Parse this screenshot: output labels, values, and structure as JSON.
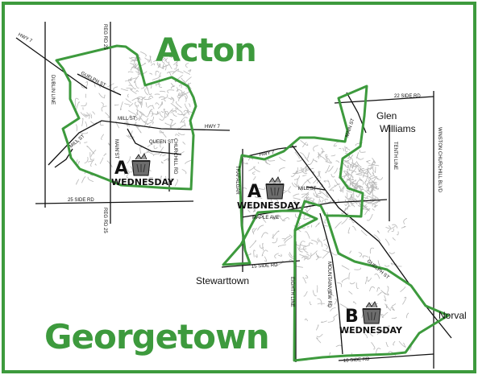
{
  "colors": {
    "boundary": "#3d9a3d",
    "title": "#3d9a3d",
    "road": "#111111",
    "street": "#b7b7b7"
  },
  "icons": [
    "recycling-bin-icon"
  ],
  "titles": {
    "acton": "Acton",
    "georgetown": "Georgetown"
  },
  "acton": {
    "roads": {
      "hwy7_nw": "HWY 7",
      "reg_rd_25_top": "REG RD 25",
      "dublin_line": "DUBLIN LINE",
      "guelph_st": "GUELPH ST",
      "mill_st_diag": "MILL ST",
      "mill_st": "MILL ST",
      "hwy7_e": "HWY 7",
      "main_st": "MAIN ST",
      "queen_st": "QUEEN ST",
      "churchill_rd": "CHURCHILL RD",
      "side_rd_25": "25 SIDE RD",
      "reg_rd_25_bottom": "REG RD 25"
    },
    "zone": {
      "letter": "A",
      "day": "WEDNESDAY"
    }
  },
  "georgetown": {
    "roads": {
      "side_rd_22": "22 SIDE RD",
      "main_st": "MAIN ST",
      "winston_churchill": "WINSTON CHURCHILL BLVD",
      "tenth_line": "TENTH LINE",
      "hwy7": "HWY 7",
      "trafalgar": "TRAFALGAR",
      "mill_st": "MILL ST",
      "maple_ave": "MAPLE AVE",
      "side_rd_15": "15 SIDE RD",
      "eighth_line": "EIGHTH LINE",
      "mountainview": "MOUNTAINVIEW RD",
      "guelph_st": "GUELPH ST",
      "side_rd_10": "10 SIDE RD"
    },
    "places": {
      "glen": "Glen",
      "williams": "Williams",
      "stewarttown": "Stewarttown",
      "norval": "Norval"
    },
    "zones": [
      {
        "letter": "A",
        "day": "WEDNESDAY"
      },
      {
        "letter": "B",
        "day": "WEDNESDAY"
      }
    ]
  }
}
